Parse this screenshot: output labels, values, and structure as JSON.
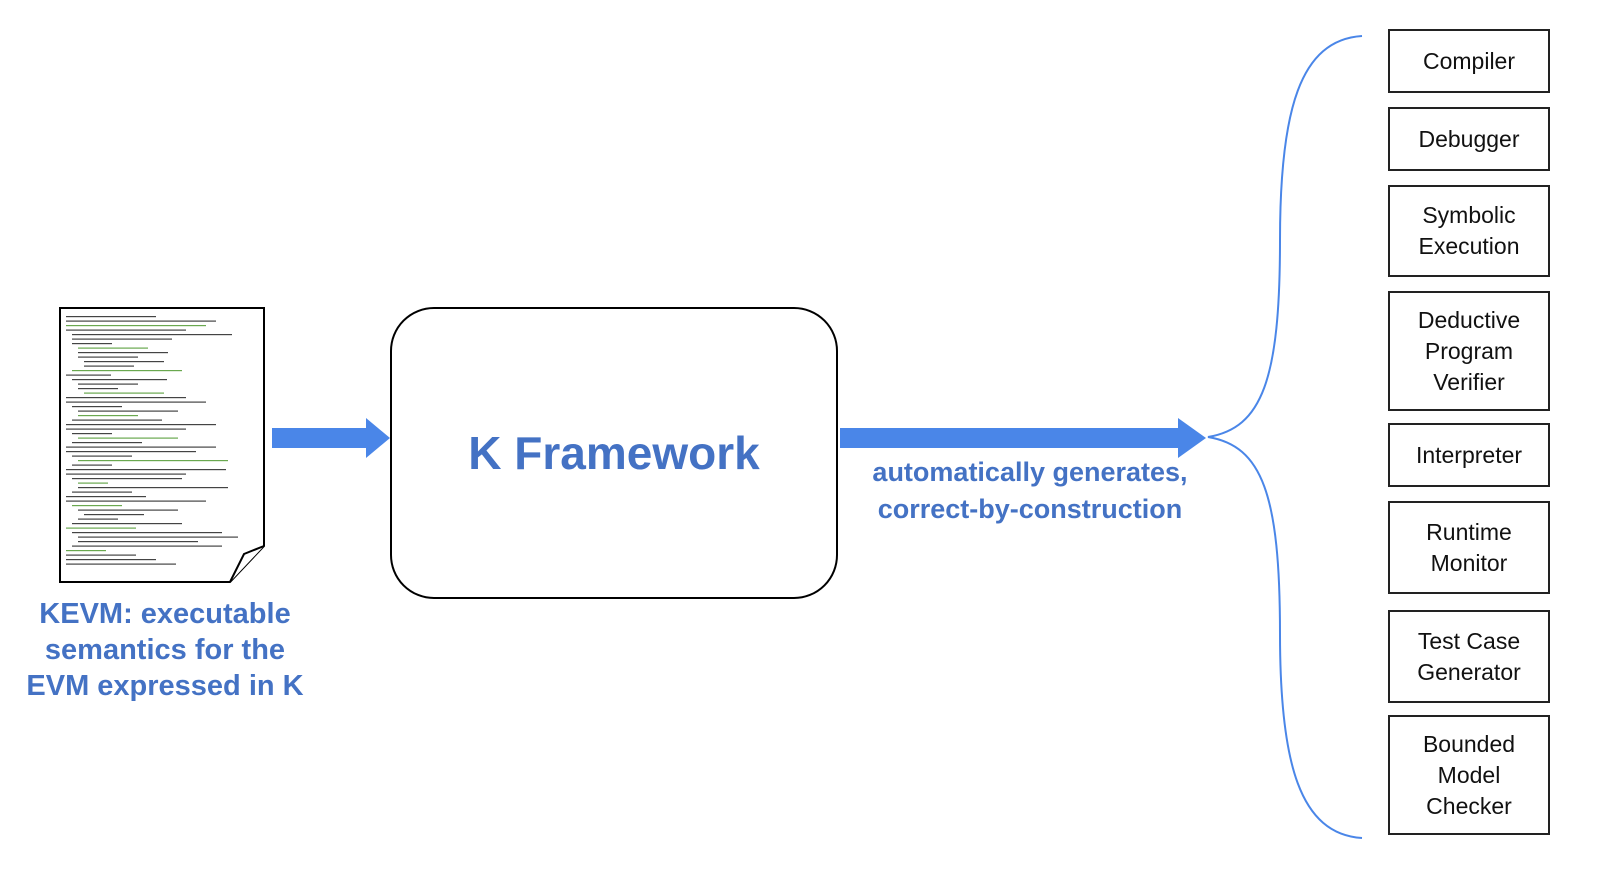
{
  "source_doc": {
    "caption": "KEVM: executable semantics for the EVM expressed in K",
    "icon": "code-document-icon"
  },
  "framework": {
    "title": "K Framework"
  },
  "generation": {
    "label": "automatically generates, correct-by-construction"
  },
  "tools": [
    "Compiler",
    "Debugger",
    "Symbolic Execution",
    "Deductive Program Verifier",
    "Interpreter",
    "Runtime Monitor",
    "Test Case Generator",
    "Bounded Model Checker"
  ],
  "colors": {
    "accent": "#4472C4",
    "arrow": "#4A86E8",
    "text": "#111111"
  }
}
